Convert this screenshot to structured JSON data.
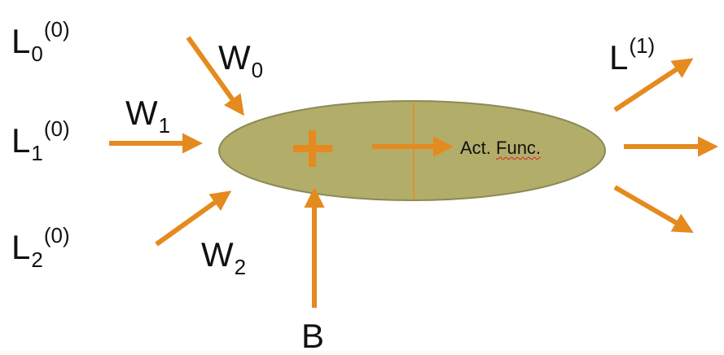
{
  "inputs": [
    {
      "base": "L",
      "sub": "0",
      "sup": "(0)"
    },
    {
      "base": "L",
      "sub": "1",
      "sup": "(0)"
    },
    {
      "base": "L",
      "sub": "2",
      "sup": "(0)"
    }
  ],
  "weights": [
    {
      "base": "W",
      "sub": "0"
    },
    {
      "base": "W",
      "sub": "1"
    },
    {
      "base": "W",
      "sub": "2"
    }
  ],
  "output": {
    "base": "L",
    "sup": "(1)"
  },
  "bias": "B",
  "sum_symbol": "+",
  "activation": {
    "prefix": "Act. ",
    "word": "Func."
  },
  "colors": {
    "arrow": "#e58a1e",
    "ellipse_fill": "#b3ad6a",
    "ellipse_stroke": "#8a8a55",
    "divider": "#e58a1e"
  }
}
